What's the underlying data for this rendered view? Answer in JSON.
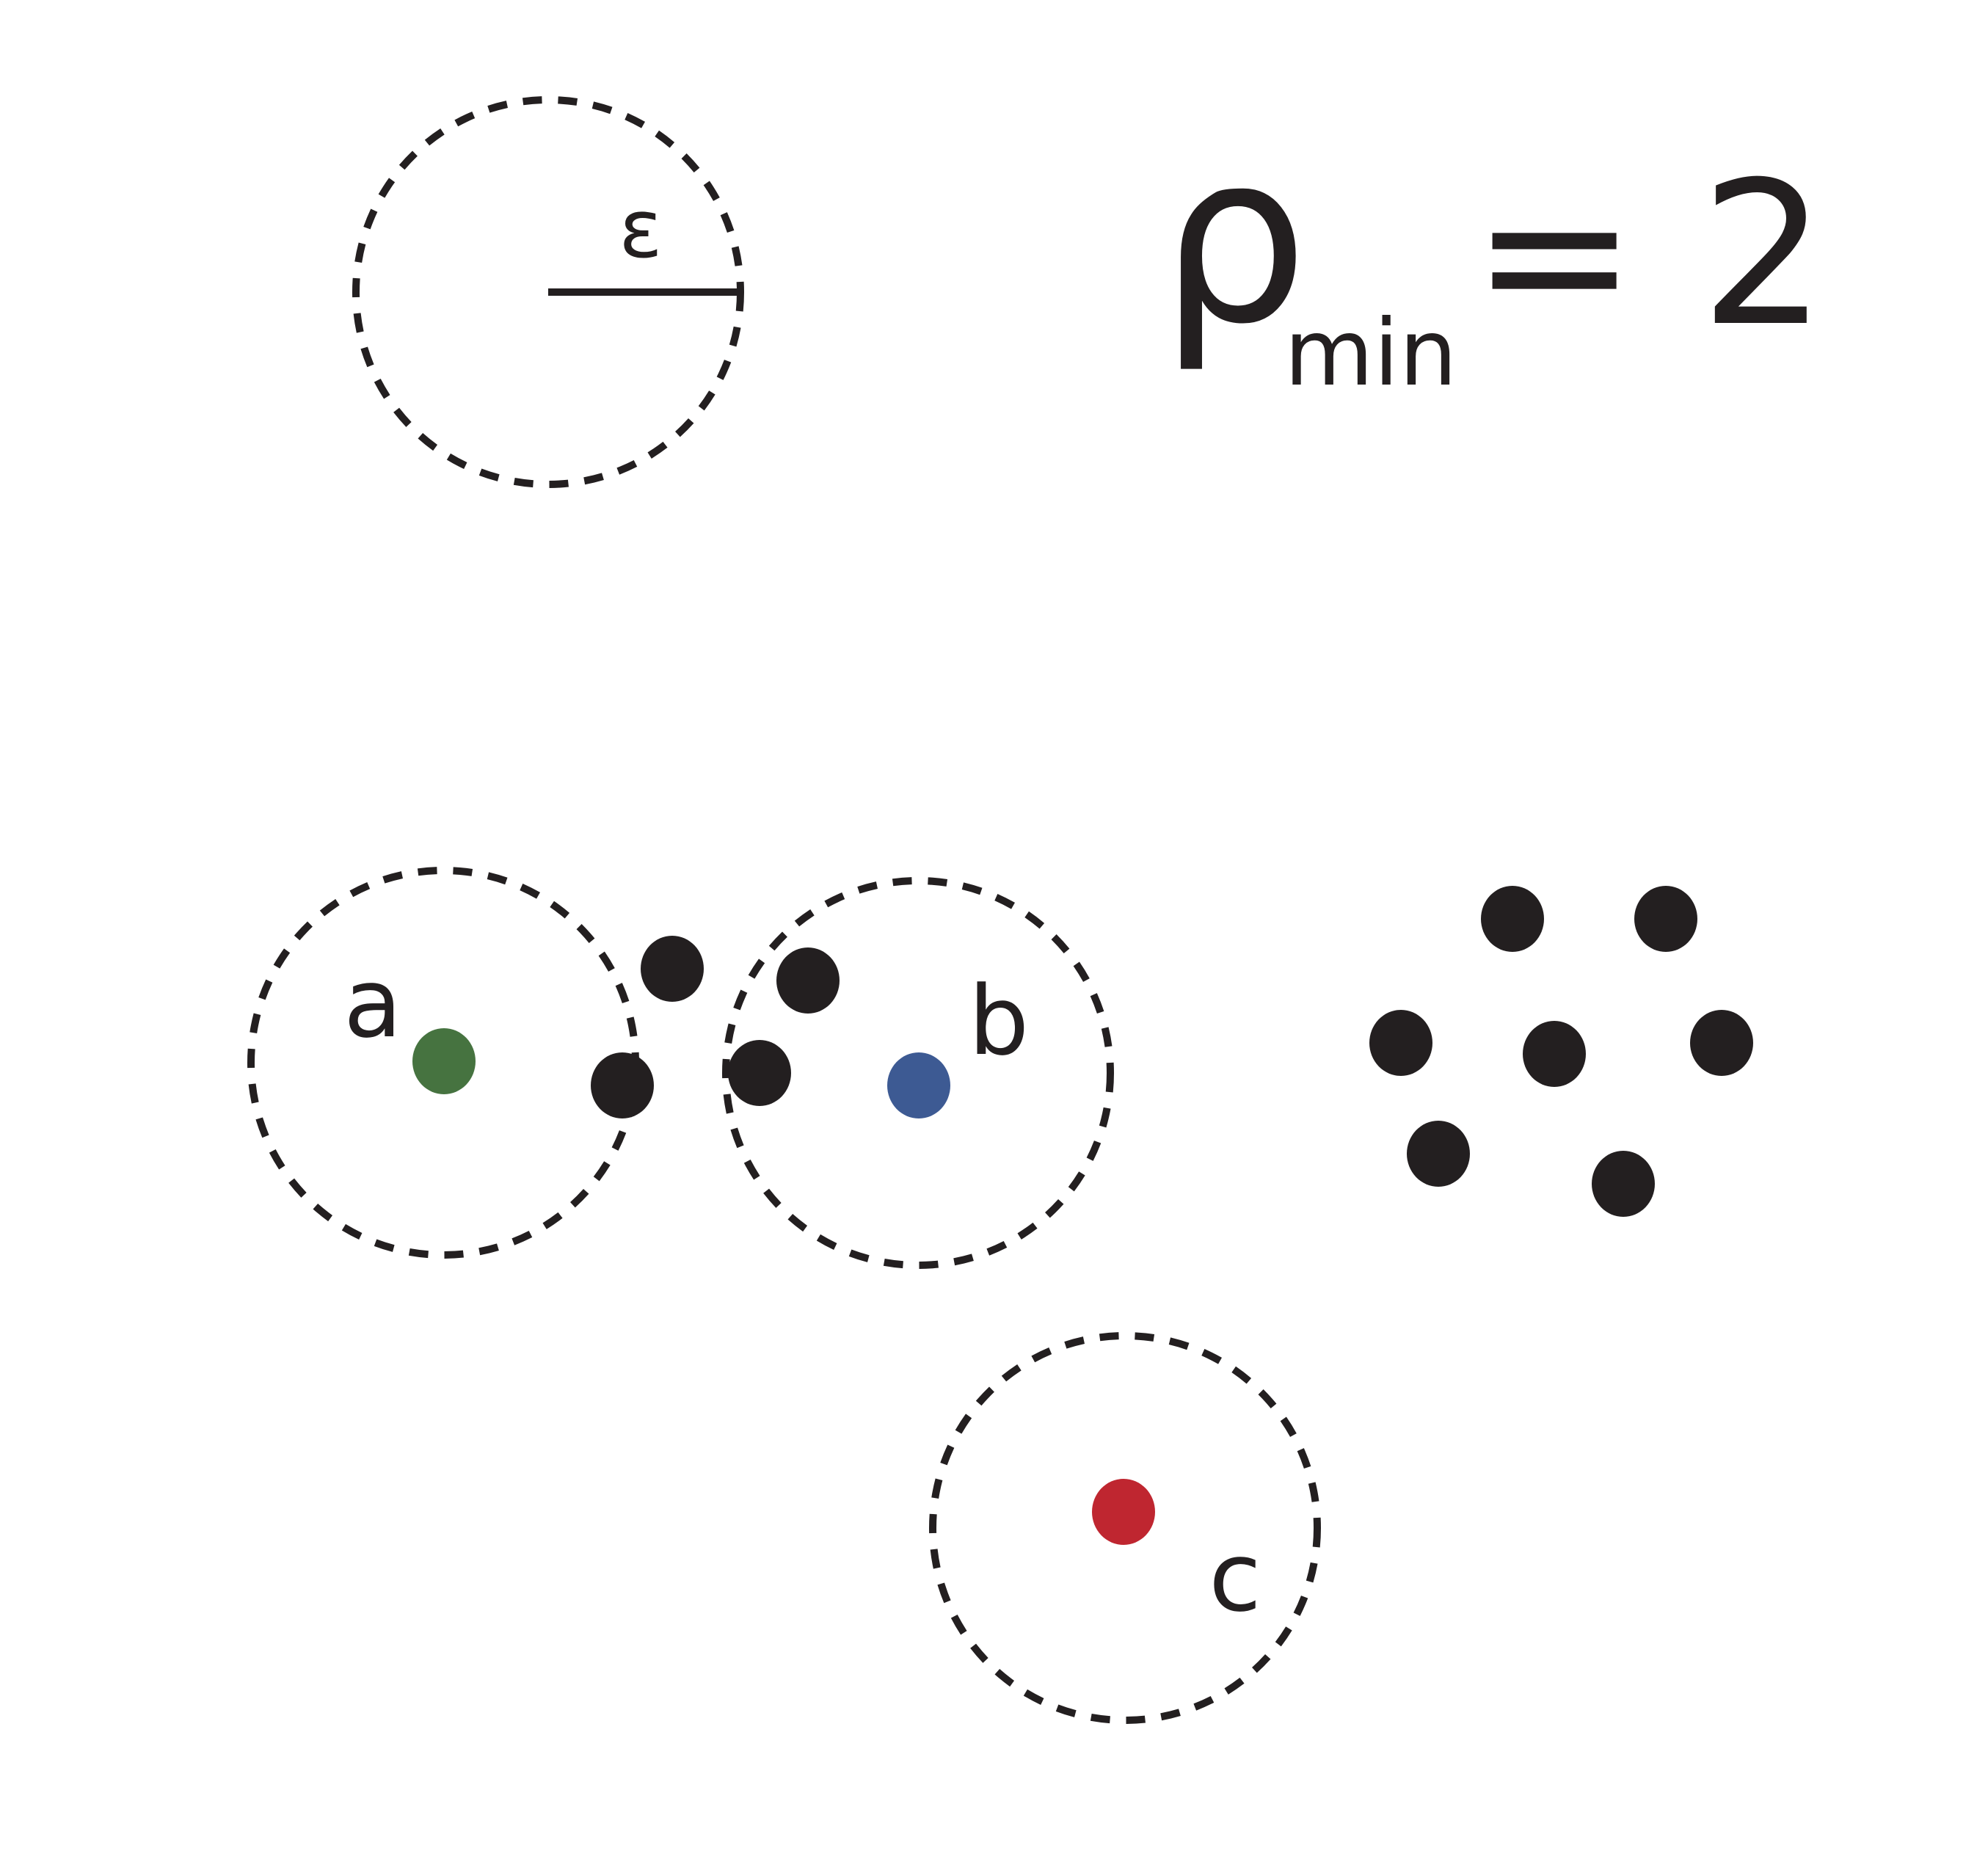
{
  "legend": {
    "epsilon_symbol": "ε",
    "rho_symbol": "ρ",
    "rho_subscript": "min",
    "equals_value": "= 2"
  },
  "labels": {
    "point_a": "a",
    "point_b": "b",
    "point_c": "c"
  },
  "colors": {
    "ink": "#231f20",
    "point_a": "#467340",
    "point_b": "#3d5a93",
    "point_c": "#bf2630"
  }
}
